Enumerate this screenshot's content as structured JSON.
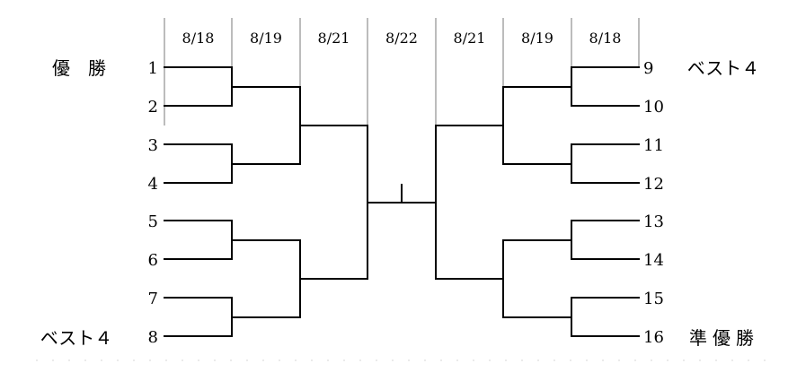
{
  "dates": [
    "8/18",
    "8/19",
    "8/21",
    "8/22",
    "8/21",
    "8/19",
    "8/18"
  ],
  "teams": {
    "left": [
      "1",
      "2",
      "3",
      "4",
      "5",
      "6",
      "7",
      "8"
    ],
    "right": [
      "9",
      "10",
      "11",
      "12",
      "13",
      "14",
      "15",
      "16"
    ]
  },
  "result_labels": {
    "winner": "優　勝",
    "best4_left": "ベスト４",
    "best4_right": "ベスト４",
    "runner_up": "準優勝"
  },
  "colors": {
    "line": "#000000",
    "header_border": "#7a7a7a",
    "text": "#000000"
  }
}
